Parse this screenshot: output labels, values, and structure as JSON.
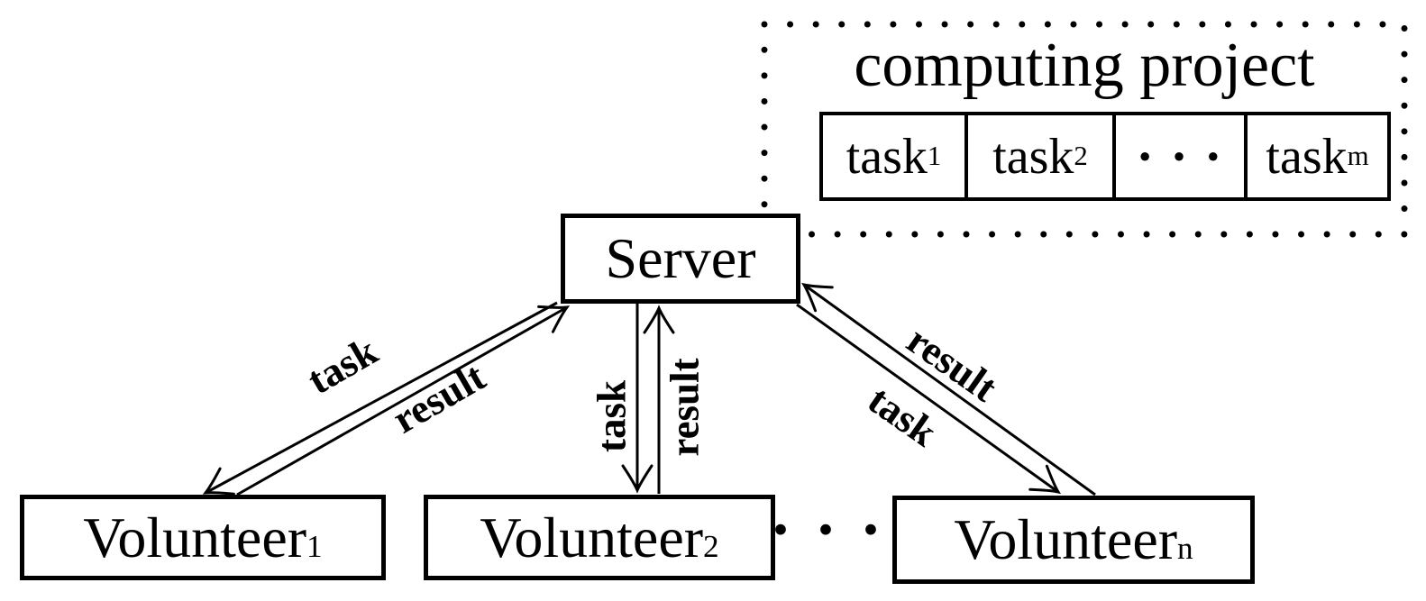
{
  "colors": {
    "ink": "#000000",
    "background": "#ffffff"
  },
  "computing_project": {
    "title": "computing project",
    "tasks": [
      {
        "base": "task",
        "sub": "1"
      },
      {
        "base": "task",
        "sub": "2"
      },
      {
        "base": "task",
        "sub": "m"
      }
    ],
    "ellipsis": "· · ·"
  },
  "server": {
    "label": "Server"
  },
  "volunteers": {
    "items": [
      {
        "base": "Volunteer",
        "sub": "1"
      },
      {
        "base": "Volunteer",
        "sub": "2"
      },
      {
        "base": "Volunteer",
        "sub": "n"
      }
    ],
    "ellipsis": "· · ·"
  },
  "arrows": {
    "left_task": "task",
    "left_result": "result",
    "middle_task": "task",
    "middle_result": "result",
    "right_result": "result",
    "right_task": "task"
  }
}
